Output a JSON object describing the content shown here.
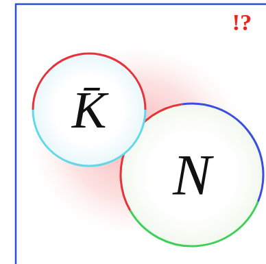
{
  "diagram": {
    "nodes": [
      {
        "text": [
          "K̄"
        ]
      },
      {
        "text": [
          "N"
        ]
      }
    ],
    "labels": [
      "!?"
    ]
  }
}
